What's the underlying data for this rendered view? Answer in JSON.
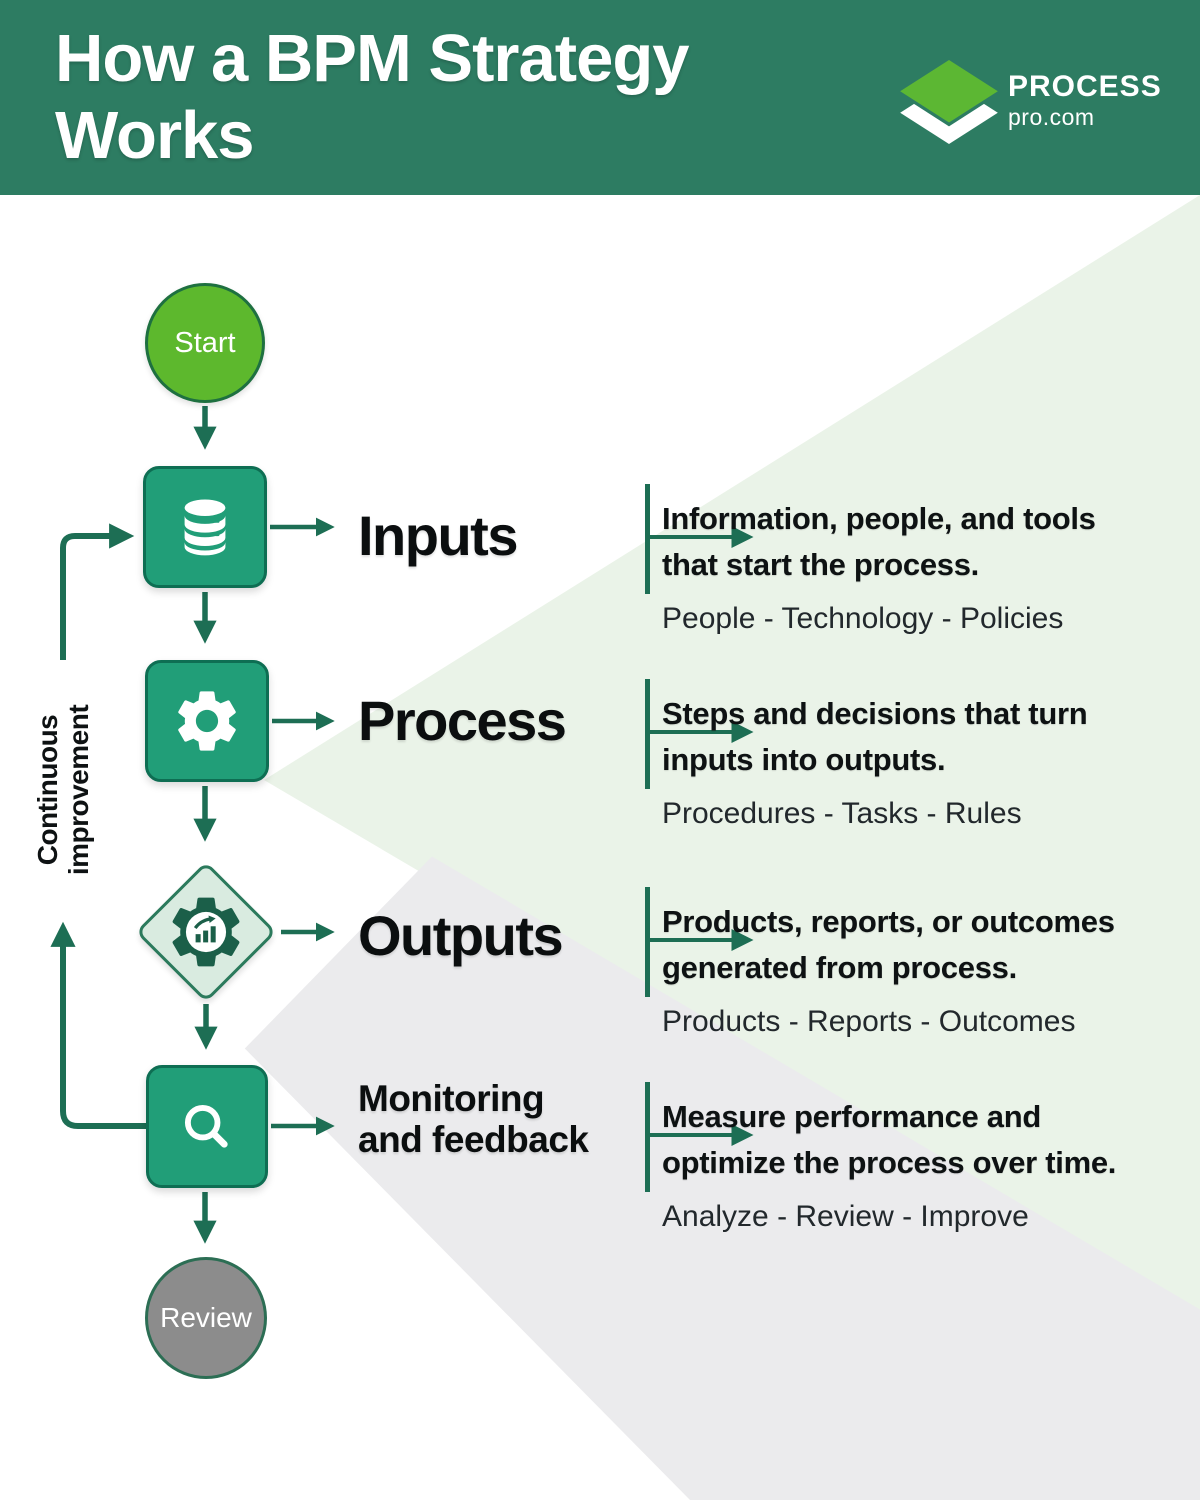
{
  "header": {
    "title_lines": [
      "How a BPM Strategy",
      "Works"
    ],
    "logo": {
      "name": "PROCESS",
      "domain": "pro.com"
    }
  },
  "flow": {
    "start_label": "Start",
    "review_label": "Review",
    "loop_lines": [
      "Continuous",
      "improvement"
    ],
    "node_icons": [
      "database-icon",
      "gear-icon",
      "gear-chart-icon",
      "magnifier-icon"
    ]
  },
  "sections": [
    {
      "heading": "Inputs",
      "bold_lines": [
        "Information, people, and tools",
        "that start the process."
      ],
      "items": "People - Technology - Policies"
    },
    {
      "heading": "Process",
      "bold_lines": [
        "Steps and decisions that turn",
        "inputs into outputs."
      ],
      "items": "Procedures - Tasks - Rules"
    },
    {
      "heading": "Outputs",
      "bold_lines": [
        "Products, reports, or outcomes",
        "generated from process."
      ],
      "items": "Products - Reports - Outcomes"
    },
    {
      "heading": "Monitoring and feedback",
      "heading_lines": [
        "Monitoring",
        "and feedback"
      ],
      "bold_lines": [
        "Measure performance and",
        "optimize the process over time."
      ],
      "items": "Analyze - Review - Improve"
    }
  ],
  "colors": {
    "header_green": "#2d7c62",
    "logo_green": "#5cb733",
    "start_green": "#5db82d",
    "node_teal": "#219e78",
    "node_border": "#0e6e53",
    "line_green": "#1d6e54",
    "diamond_fill": "#d9ebe0",
    "diamond_border": "#2b7a5c",
    "icon_dark": "#1b5f49",
    "review_gray": "#8c8c8c",
    "bg_green": "#eaf3e8",
    "bg_gray": "#ebebed",
    "ink": "#0e1213"
  }
}
